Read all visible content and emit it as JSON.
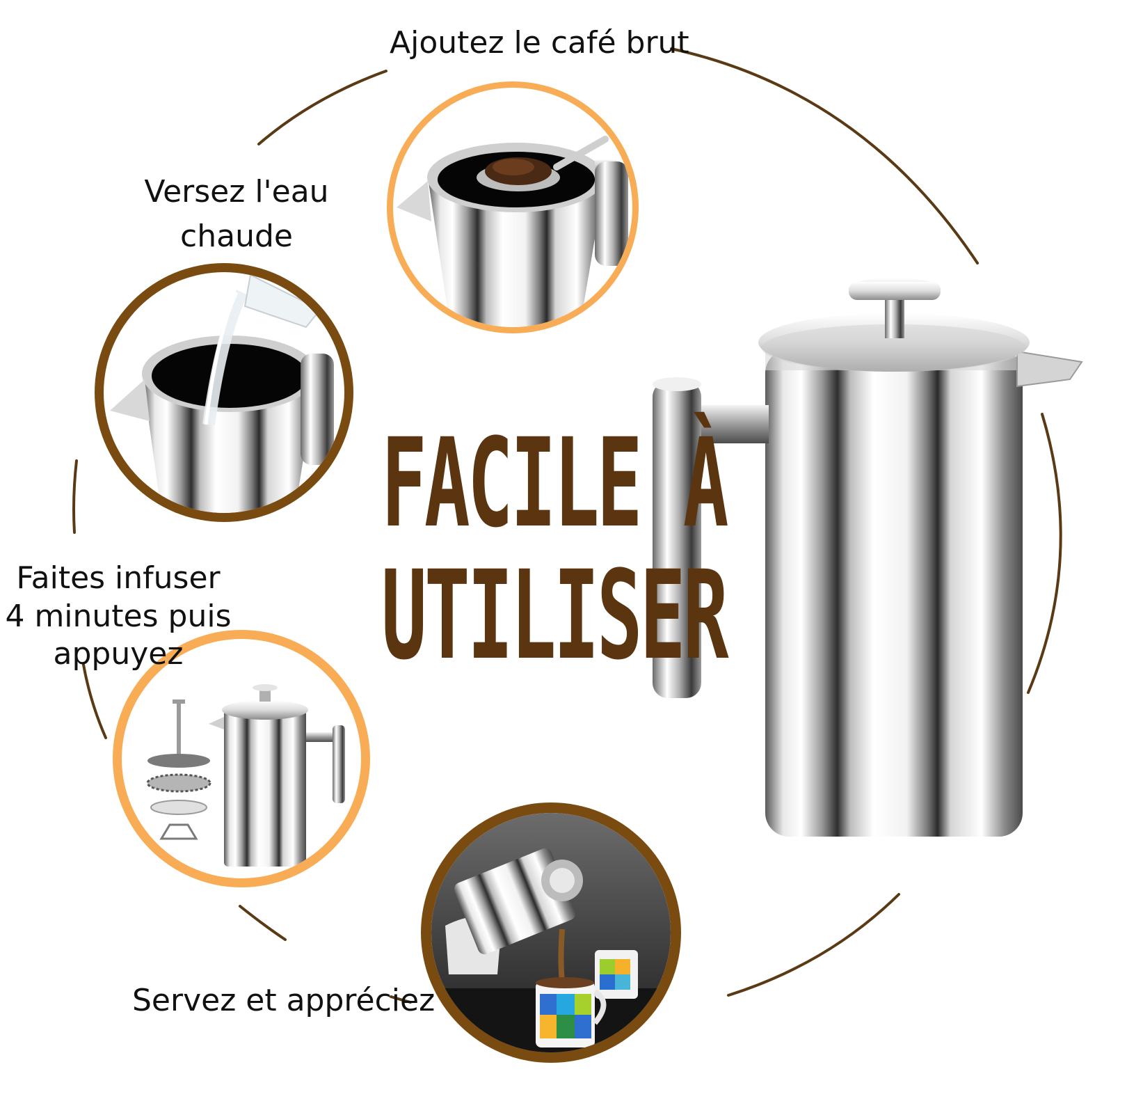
{
  "colors": {
    "ring_orange": "#f7ac55",
    "ring_brown": "#7a4b10",
    "headline_brown": "#5a3510",
    "arc_brown": "#5a3a14",
    "text": "#111111"
  },
  "steps": [
    {
      "lines": [
        "Ajoutez le café brut"
      ],
      "ring_color": "orange",
      "photo": "coffee-grounds-spoon-icon"
    },
    {
      "lines": [
        "Versez l'eau",
        "chaude"
      ],
      "ring_color": "brown",
      "photo": "pouring-water-icon"
    },
    {
      "lines": [
        "Faites infuser",
        "4 minutes puis",
        "appuyez"
      ],
      "ring_color": "orange",
      "photo": "press-parts-icon"
    },
    {
      "lines": [
        "Servez et appréciez"
      ],
      "ring_color": "brown",
      "photo": "pouring-coffee-mugs-icon"
    }
  ],
  "headline": {
    "line1": "FACILE À",
    "line2": "UTILISER"
  },
  "product": "french-press-icon"
}
